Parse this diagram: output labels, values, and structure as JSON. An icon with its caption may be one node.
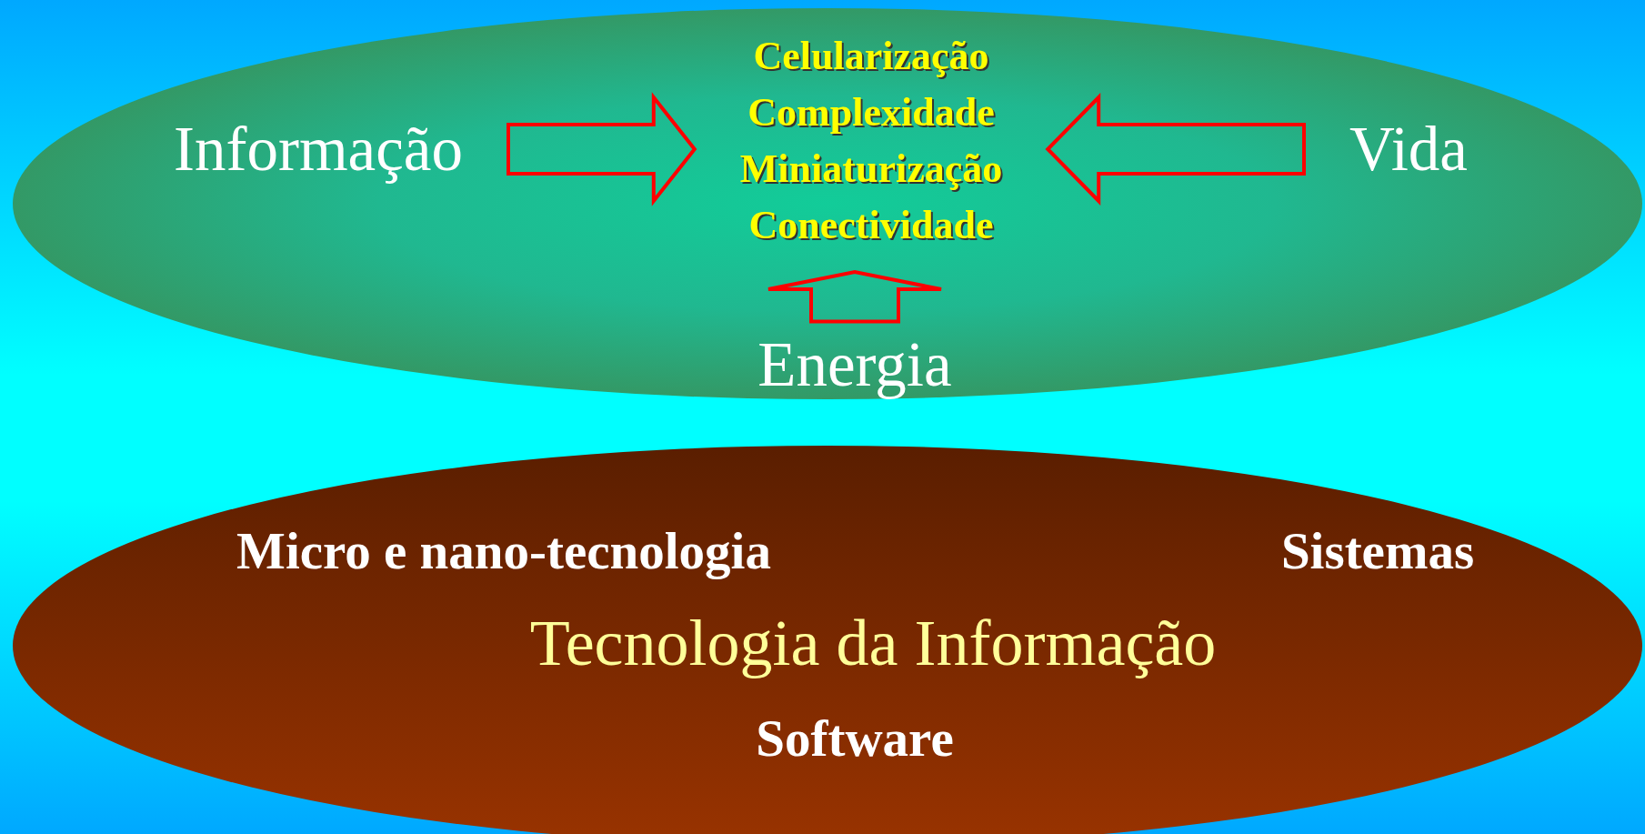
{
  "diagram": {
    "nodes": [
      {
        "text": [],
        "shape": "ellipse"
      },
      {
        "text": [
          "Informação"
        ],
        "in": 0
      },
      {
        "text": [
          "Celularização",
          "Complexidade",
          "Miniaturização",
          "Conectividade"
        ],
        "in": 0
      },
      {
        "text": [
          "Vida"
        ],
        "in": 0
      },
      {
        "text": [
          "Energia"
        ],
        "in": 0
      },
      {
        "text": [],
        "shape": "ellipse"
      },
      {
        "text": [
          "Micro e nano-tecnologia"
        ],
        "in": 5
      },
      {
        "text": [
          "Sistemas"
        ],
        "in": 5
      },
      {
        "text": [
          "Tecnologia da Informação"
        ],
        "in": 5
      },
      {
        "text": [
          "Software"
        ],
        "in": 5
      }
    ],
    "edges": [
      {
        "from": 1,
        "to": 2,
        "arrow": "to"
      },
      {
        "from": 3,
        "to": 2,
        "arrow": "to"
      },
      {
        "from": 4,
        "to": 2,
        "arrow": "to"
      }
    ]
  }
}
